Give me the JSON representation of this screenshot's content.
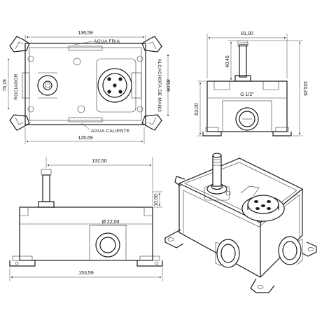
{
  "top_view": {
    "overall_width": "136,59",
    "lower_width": "126,69",
    "left_height": "75,19",
    "right_height": "85,09",
    "label_top": "AGUA FRIA",
    "label_bottom": "AGUA CALIENTE",
    "label_left": "ROCIADOR",
    "label_right": "ALCACHOFA DE MANO"
  },
  "side_view": {
    "width": "81,00",
    "stem_height": "40,45",
    "body_height": "63,00",
    "total_height": "103,45",
    "thread": "G 1/2\""
  },
  "front_view": {
    "stem_offset": "132,50",
    "top_offset": "10,00",
    "outlet_diameter": "Ø 22,00",
    "overall_width": "153,59"
  }
}
